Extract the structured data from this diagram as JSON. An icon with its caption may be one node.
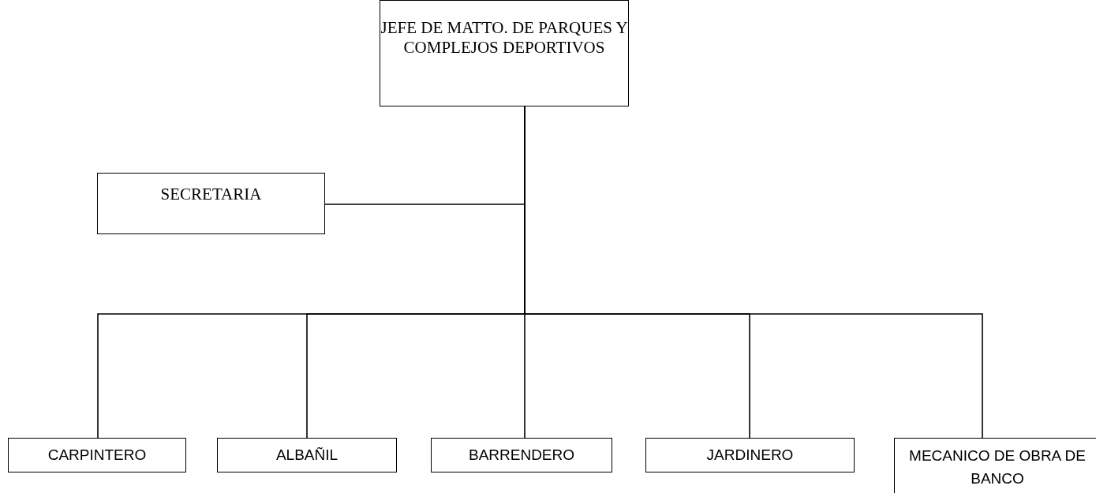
{
  "diagram": {
    "nodes": [
      {
        "text": [
          "JEFE DE MATTO. DE PARQUES Y COMPLEJOS DEPORTIVOS"
        ]
      },
      {
        "text": [
          "SECRETARIA"
        ]
      },
      {
        "text": [
          "CARPINTERO"
        ]
      },
      {
        "text": [
          "ALBAÑIL"
        ]
      },
      {
        "text": [
          "BARRENDERO"
        ]
      },
      {
        "text": [
          "JARDINERO"
        ]
      },
      {
        "text": [
          "MECANICO DE OBRA DE BANCO"
        ]
      }
    ],
    "edges": [
      {
        "from": 0,
        "to": 1,
        "arrow": "none"
      },
      {
        "from": 0,
        "to": 2,
        "arrow": "none"
      },
      {
        "from": 0,
        "to": 3,
        "arrow": "none"
      },
      {
        "from": 0,
        "to": 4,
        "arrow": "none"
      },
      {
        "from": 0,
        "to": 5,
        "arrow": "none"
      },
      {
        "from": 0,
        "to": 6,
        "arrow": "none"
      }
    ]
  }
}
